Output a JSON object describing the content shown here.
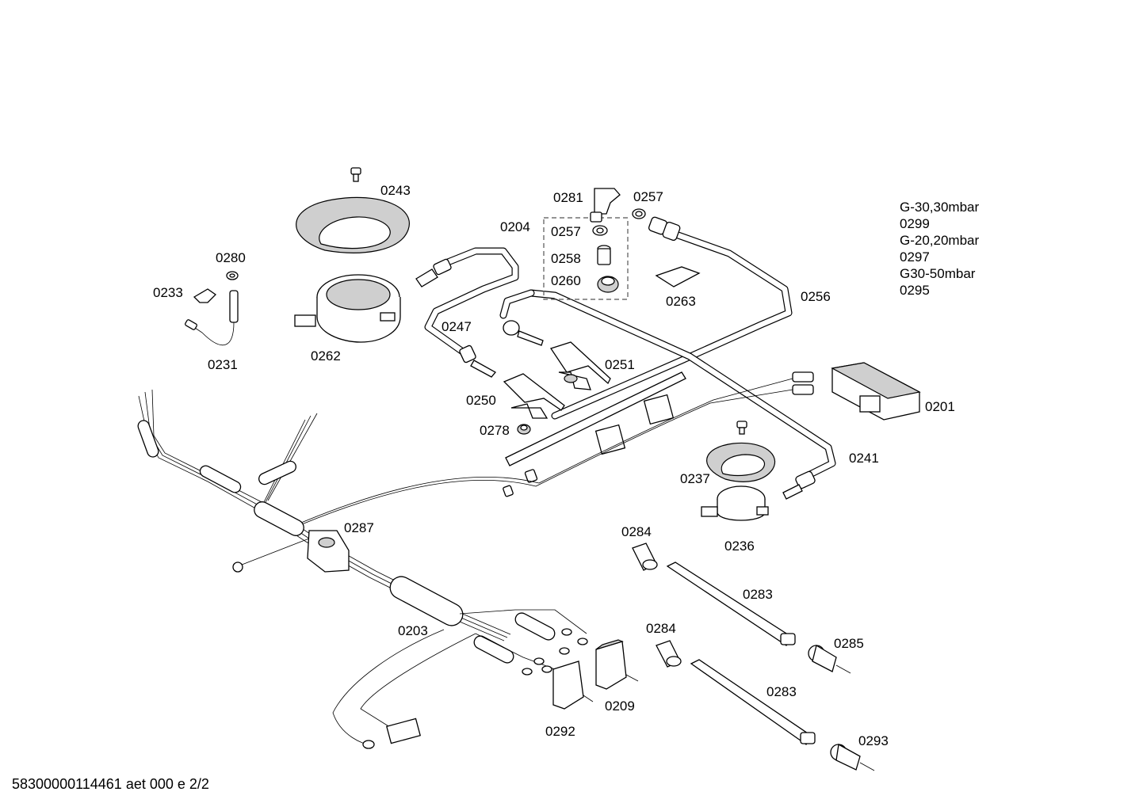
{
  "legend": {
    "lines": [
      "G-30,30mbar",
      "0299",
      "G-20,20mbar",
      "0297",
      "G30-50mbar",
      "0295"
    ]
  },
  "footer": {
    "document_code": "58300000114461 aet 000 e 2/2"
  },
  "callouts": {
    "c0243": "0243",
    "c0280": "0280",
    "c0233": "0233",
    "c0231": "0231",
    "c0262": "0262",
    "c0281": "0281",
    "c0257a": "0257",
    "c0204": "0204",
    "c0257b": "0257",
    "c0258": "0258",
    "c0260": "0260",
    "c0263": "0263",
    "c0256": "0256",
    "c0247": "0247",
    "c0251": "0251",
    "c0250": "0250",
    "c0278": "0278",
    "c0201": "0201",
    "c0241": "0241",
    "c0237": "0237",
    "c0236": "0236",
    "c0287": "0287",
    "c0284a": "0284",
    "c0283a": "0283",
    "c0285": "0285",
    "c0284b": "0284",
    "c0283b": "0283",
    "c0293": "0293",
    "c0203": "0203",
    "c0209": "0209",
    "c0292": "0292"
  }
}
